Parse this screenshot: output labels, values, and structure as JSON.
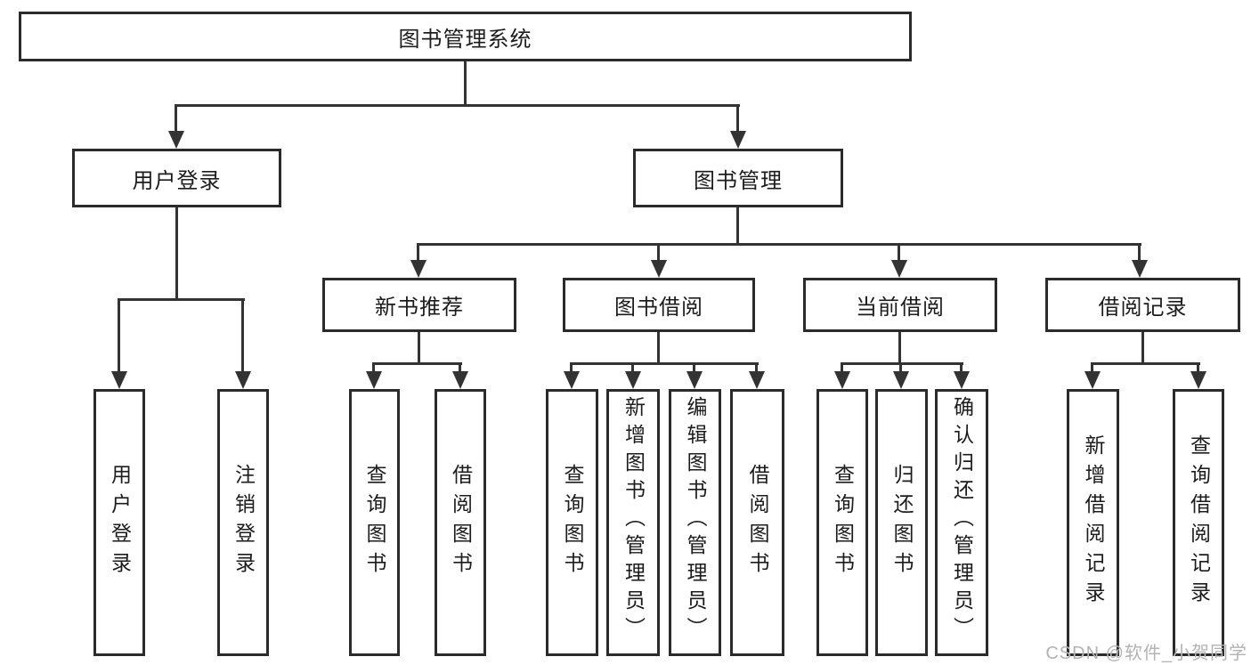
{
  "diagram_type": "hierarchy",
  "nodes": {
    "root": "图书管理系统",
    "user_login": "用户登录",
    "book_mgmt": "图书管理",
    "new_book_recommend": "新书推荐",
    "book_borrow": "图书借阅",
    "current_borrow": "当前借阅",
    "borrow_records": "借阅记录",
    "leaf_user_login": "用户登录",
    "leaf_logout": "注销登录",
    "leaf_nb_query": "查询图书",
    "leaf_nb_borrow": "借阅图书",
    "leaf_bb_query": "查询图书",
    "leaf_bb_add": "新增图书（管理员）",
    "leaf_bb_edit": "编辑图书（管理员）",
    "leaf_bb_borrow": "借阅图书",
    "leaf_cb_query": "查询图书",
    "leaf_cb_return": "归还图书",
    "leaf_cb_confirm": "确认归还（管理员）",
    "leaf_br_add": "新增借阅记录",
    "leaf_br_query": "查询借阅记录"
  },
  "watermark": "CSDN @软件_小贺同学",
  "colors": {
    "line": "#333333",
    "border": "#2b2b2b",
    "text": "#1c1c1c",
    "watermark": "#b3b3b3",
    "background": "#ffffff"
  }
}
